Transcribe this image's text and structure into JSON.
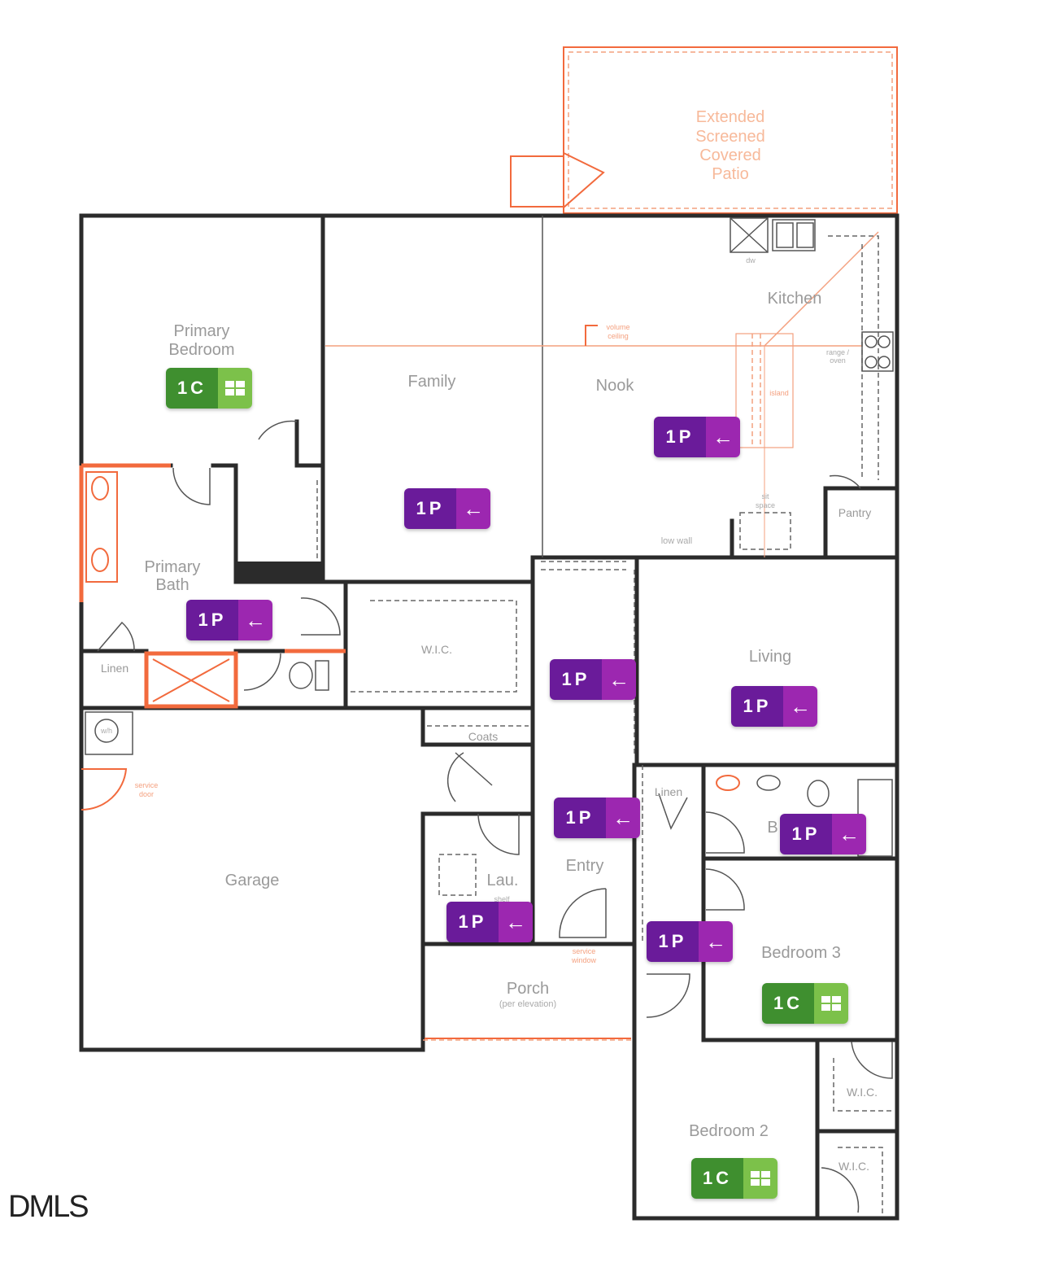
{
  "colors": {
    "wall": "#2b2b2b",
    "accent_orange": "#f26a3d",
    "purple_dark": "#6a1b9a",
    "purple_light": "#9c27b0",
    "green_dark": "#3f8f2f",
    "green_light": "#7cc14a"
  },
  "rooms": {
    "patio": [
      "Extended",
      "Screened",
      "Covered",
      "Patio"
    ],
    "primary_bedroom": [
      "Primary",
      "Bedroom"
    ],
    "family": "Family",
    "nook": "Nook",
    "kitchen": "Kitchen",
    "pantry": "Pantry",
    "primary_bath": [
      "Primary",
      "Bath"
    ],
    "linen_primary": "Linen",
    "wic_primary": "W.I.C.",
    "living": "Living",
    "coats": "Coats",
    "garage": "Garage",
    "laundry": "Lau.",
    "entry": "Entry",
    "linen_hall": "Linen",
    "bath": "B",
    "bedroom3": "Bedroom 3",
    "porch": "Porch",
    "porch_note": "(per elevation)",
    "wic_bed3": "W.I.C.",
    "bedroom2": "Bedroom 2",
    "wic_bed2": "W.I.C."
  },
  "notes": {
    "dw": "dw",
    "volume_ceiling": [
      "volume",
      "ceiling"
    ],
    "range_oven": [
      "range /",
      "oven"
    ],
    "island": "island",
    "sit_space": [
      "sit",
      "space"
    ],
    "low_wall": "low wall",
    "wh": "w/h",
    "service_door": [
      "service",
      "door"
    ],
    "service_window": [
      "service",
      "window"
    ],
    "shelf": "shelf"
  },
  "badges": [
    {
      "label": "1C",
      "type": "closet",
      "icon": "grid-icon"
    },
    {
      "label": "1P",
      "type": "photo",
      "icon": "arrow-left-icon"
    },
    {
      "label": "1P",
      "type": "photo",
      "icon": "arrow-left-icon"
    },
    {
      "label": "1P",
      "type": "photo",
      "icon": "arrow-left-icon"
    },
    {
      "label": "1P",
      "type": "photo",
      "icon": "arrow-left-icon"
    },
    {
      "label": "1P",
      "type": "photo",
      "icon": "arrow-left-icon"
    },
    {
      "label": "1P",
      "type": "photo",
      "icon": "arrow-left-icon"
    },
    {
      "label": "1P",
      "type": "photo",
      "icon": "arrow-left-icon"
    },
    {
      "label": "1P",
      "type": "photo",
      "icon": "arrow-left-icon"
    },
    {
      "label": "1P",
      "type": "photo",
      "icon": "arrow-left-icon"
    },
    {
      "label": "1C",
      "type": "closet",
      "icon": "grid-icon"
    },
    {
      "label": "1C",
      "type": "closet",
      "icon": "grid-icon"
    }
  ],
  "arrow_glyph": "←",
  "logo": "DMLS"
}
